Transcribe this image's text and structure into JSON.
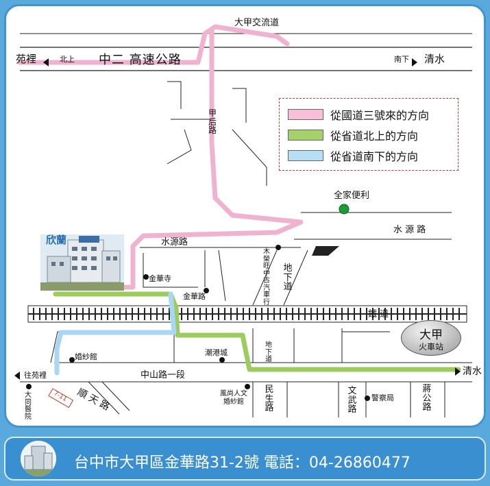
{
  "map": {
    "roads": {
      "highway": "中二 高速公路",
      "highway_west": "苑裡",
      "highway_west_dir": "北上",
      "highway_east_dir": "南下",
      "highway_east": "清水",
      "dajia_road": "大甲交流道",
      "jiahou_road": "甲后路",
      "shuiyuan_east": "水 源 路",
      "shuiyuan_west": "水源路",
      "jinhua_road": "金華路",
      "underpass_1": "地下道",
      "underpass_2": "地下道",
      "railway": "鐵 道",
      "zhongshan_road": "中山路一段",
      "east_end": "清水",
      "west_end": "往苑裡",
      "shuntian_road": "順 天 路",
      "minsheng_road": "民生路",
      "wenwu_road": "文武路",
      "jianggong_road": "蔣公路"
    },
    "places": {
      "familymart": "全家便利",
      "jinhua_temple": "金華寺",
      "car_shop": "木榮旺中古汽車行",
      "wedding_hall": "婚紗館",
      "chaogang_city": "潮港城",
      "fengshang_wedding": "風尚人文婚紗館",
      "police_station": "警察局",
      "dajia_hospital": "大同醫院",
      "seven_eleven": "7-11"
    },
    "station": {
      "name": "大甲",
      "sub": "火車站"
    },
    "brand": "欣蘭",
    "legend": [
      {
        "label": "從國道三號來的方向",
        "color": "#f7bfd8"
      },
      {
        "label": "從省道北上的方向",
        "color": "#a5d16a"
      },
      {
        "label": "從省道南下的方向",
        "color": "#b7def5"
      }
    ],
    "route_colors": {
      "pink": "#f0b3cf",
      "green": "#9ccc5e",
      "blue": "#a9d6f3"
    }
  },
  "footer": {
    "address": "台中市大甲區金華路31-2號 電話：04-26860477"
  }
}
